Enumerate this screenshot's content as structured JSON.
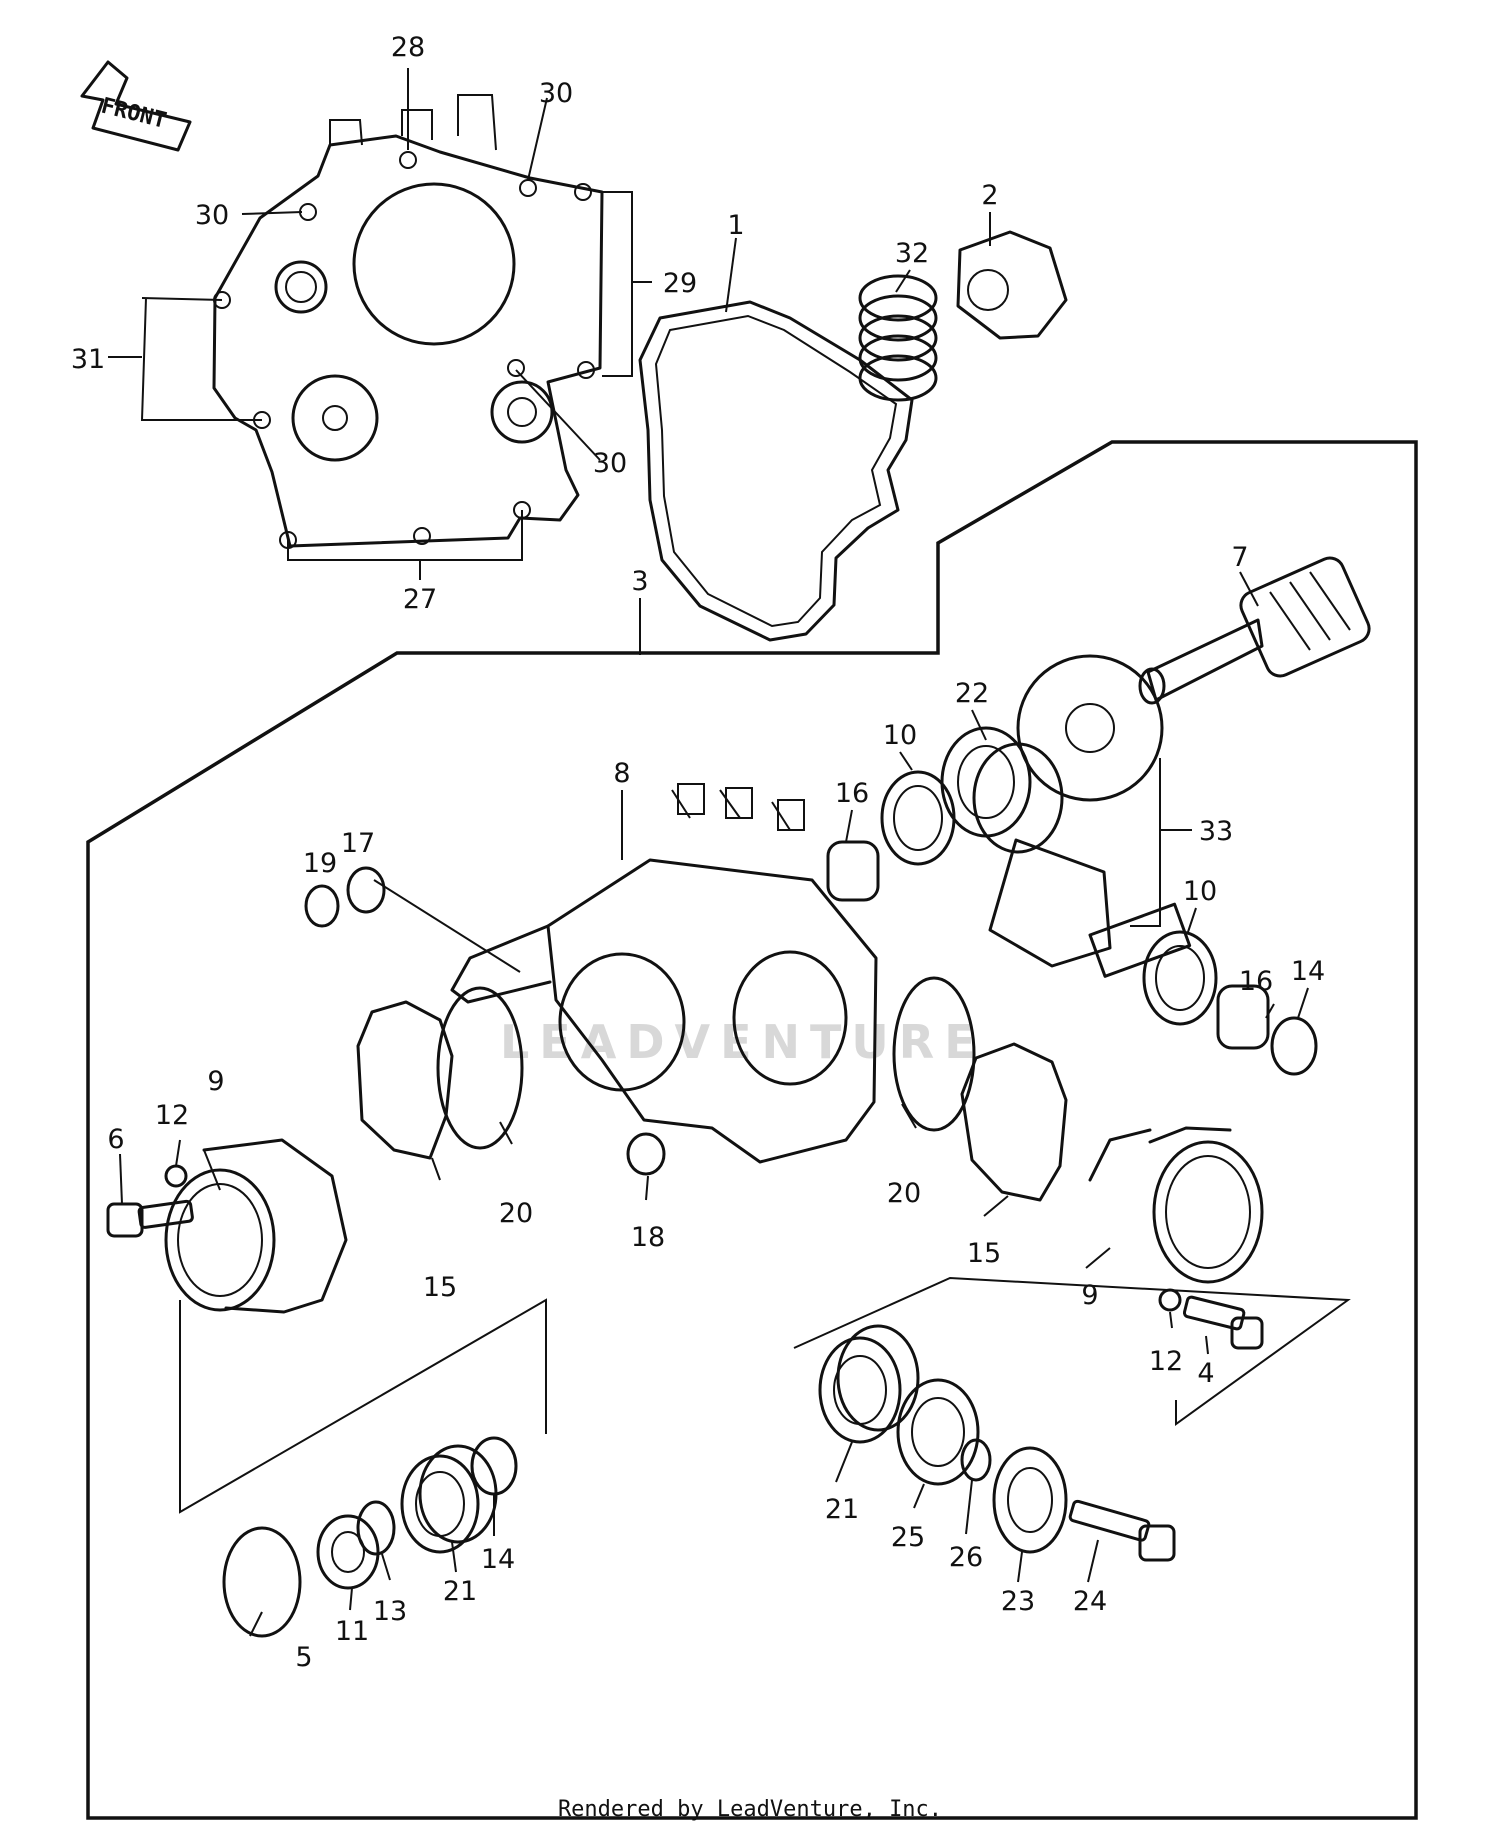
{
  "diagram": {
    "front_label": "FRONT",
    "watermark": "LEADVENTURE",
    "callouts": [
      "28",
      "30",
      "30",
      "30",
      "29",
      "31",
      "27",
      "1",
      "32",
      "2",
      "3",
      "7",
      "22",
      "10",
      "8",
      "16",
      "33",
      "17",
      "19",
      "10",
      "16",
      "14",
      "9",
      "12",
      "6",
      "20",
      "20",
      "15",
      "15",
      "18",
      "9",
      "12",
      "4",
      "5",
      "11",
      "13",
      "21",
      "14",
      "21",
      "25",
      "26",
      "23",
      "24"
    ]
  },
  "footer": {
    "credit": "Rendered by LeadVenture, Inc."
  }
}
